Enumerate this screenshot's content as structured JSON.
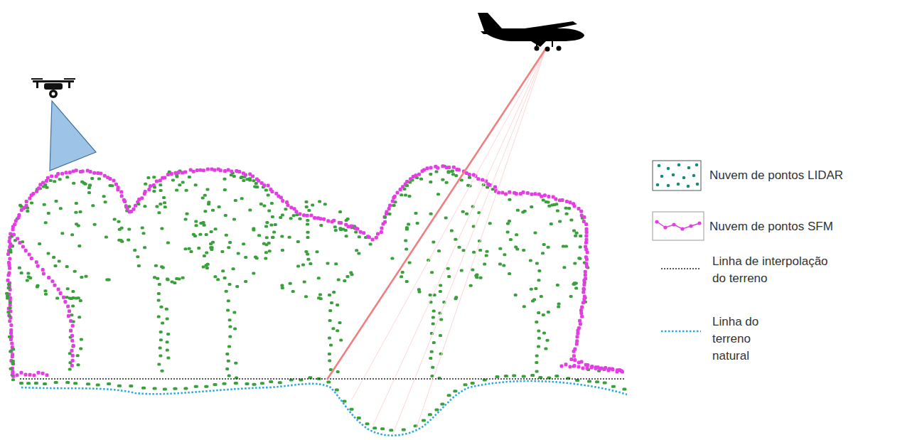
{
  "diagram": {
    "legend": [
      {
        "text": "Nuvem de pontos LIDAR"
      },
      {
        "text": "Nuvem de pontos SFM"
      },
      {
        "text": "Linha de interpolação do terreno"
      },
      {
        "text": "Linha do terreno natural"
      }
    ]
  }
}
